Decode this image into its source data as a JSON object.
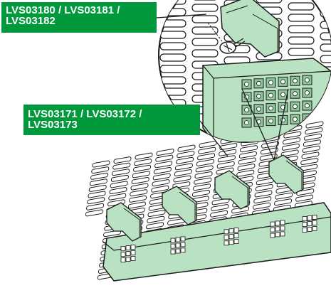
{
  "labels": {
    "top": {
      "line1": "LVS03180 / LVS03181 /",
      "line2": "LVS03182"
    },
    "middle": {
      "line1": "LVS03171 / LVS03172 /",
      "line2": "LVS03173"
    }
  },
  "colors": {
    "label_bg": "#009a3d",
    "label_text": "#ffffff",
    "part_fill": "#b9e2c2",
    "part_dark": "#8ec79c",
    "outline": "#1a1a1a"
  }
}
